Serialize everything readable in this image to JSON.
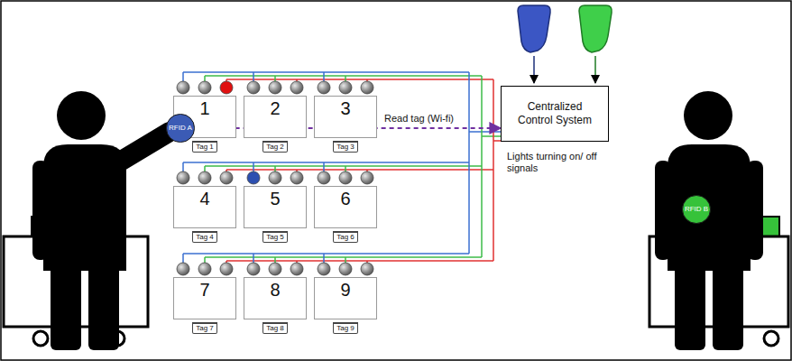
{
  "diagram": {
    "nodes": [
      {
        "text": [
          "1"
        ]
      },
      {
        "text": [
          "2"
        ]
      },
      {
        "text": [
          "3"
        ]
      },
      {
        "text": [
          "4"
        ]
      },
      {
        "text": [
          "5"
        ]
      },
      {
        "text": [
          "6"
        ]
      },
      {
        "text": [
          "7"
        ]
      },
      {
        "text": [
          "8"
        ]
      },
      {
        "text": [
          "9"
        ]
      },
      {
        "text": [
          "Tag 1"
        ]
      },
      {
        "text": [
          "Tag 2"
        ]
      },
      {
        "text": [
          "Tag 3"
        ]
      },
      {
        "text": [
          "Tag 4"
        ]
      },
      {
        "text": [
          "Tag 5"
        ]
      },
      {
        "text": [
          "Tag 6"
        ]
      },
      {
        "text": [
          "Tag 7"
        ]
      },
      {
        "text": [
          "Tag 8"
        ]
      },
      {
        "text": [
          "Tag 9"
        ]
      },
      {
        "text": [
          "RFID A"
        ]
      },
      {
        "text": [
          "Centralized Control System"
        ]
      },
      {
        "text": [
          "RFID B"
        ]
      }
    ],
    "edges": [
      {
        "from": 18,
        "to": 19,
        "label": "Read tag (Wi-fi)",
        "arrow": "to"
      }
    ],
    "labels": [
      "Lights turning on/ off signals"
    ]
  }
}
